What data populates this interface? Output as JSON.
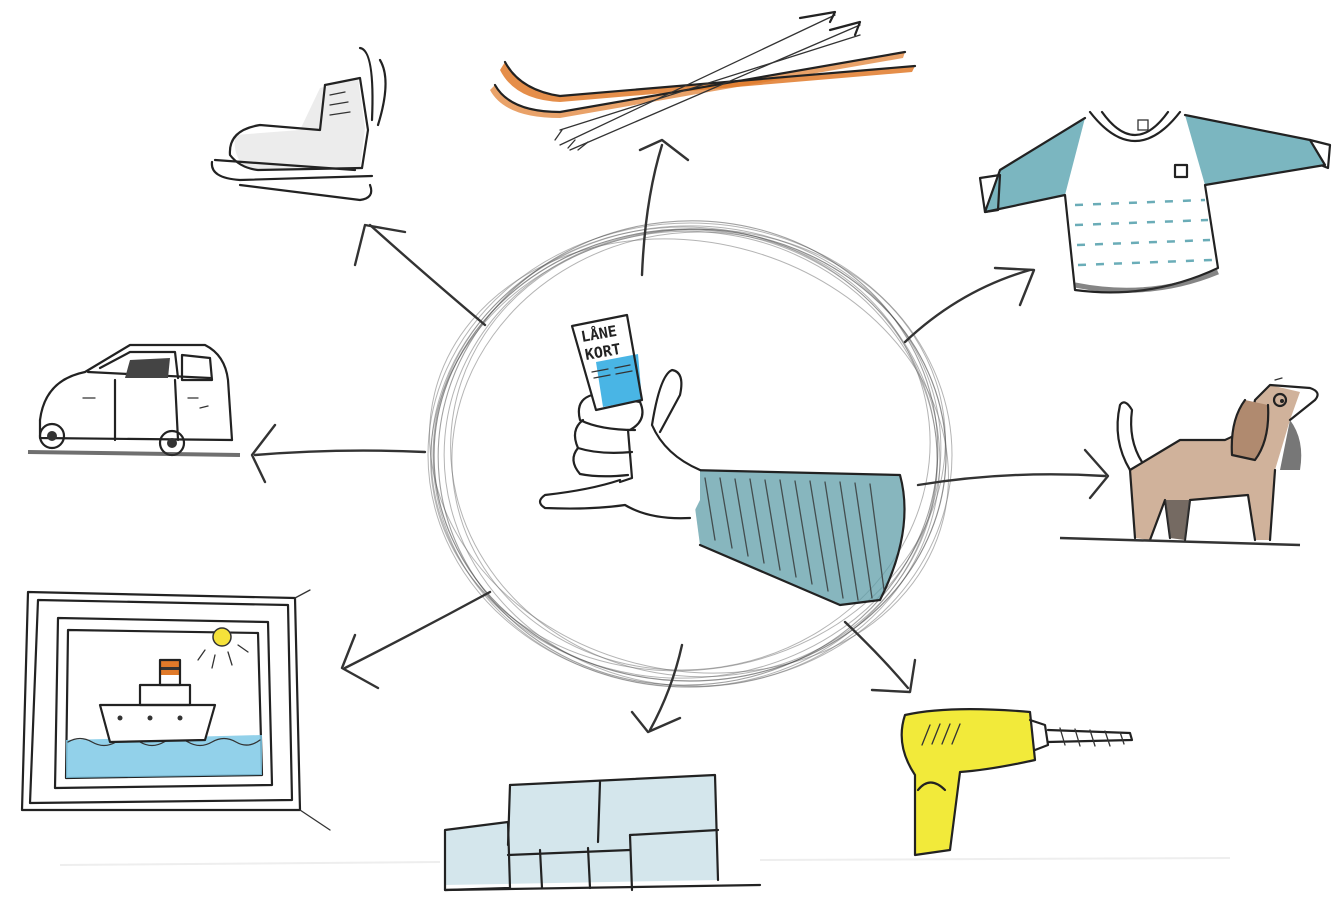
{
  "card": {
    "line1": "LÅNE",
    "line2": "KORT"
  },
  "colors": {
    "ink": "#222222",
    "card_blue": "#29a8e0",
    "sleeve_teal": "#5f9ea8",
    "sweater_teal": "#5aa4b0",
    "ski_orange": "#e07a2a",
    "dog_brown": "#c8a58a",
    "drill_yellow": "#f2ea3a",
    "water_blue": "#7fc9e6",
    "sofa_blue": "#cfe3ea",
    "sun_yellow": "#f5e23a"
  },
  "items": [
    {
      "id": "ice-skates",
      "icon": "ice-skate-icon"
    },
    {
      "id": "skis",
      "icon": "skis-icon"
    },
    {
      "id": "sweater",
      "icon": "sweater-icon"
    },
    {
      "id": "dog",
      "icon": "dog-icon"
    },
    {
      "id": "drill",
      "icon": "drill-icon"
    },
    {
      "id": "sofa",
      "icon": "sofa-icon"
    },
    {
      "id": "painting",
      "icon": "painting-icon"
    },
    {
      "id": "car",
      "icon": "car-icon"
    }
  ]
}
